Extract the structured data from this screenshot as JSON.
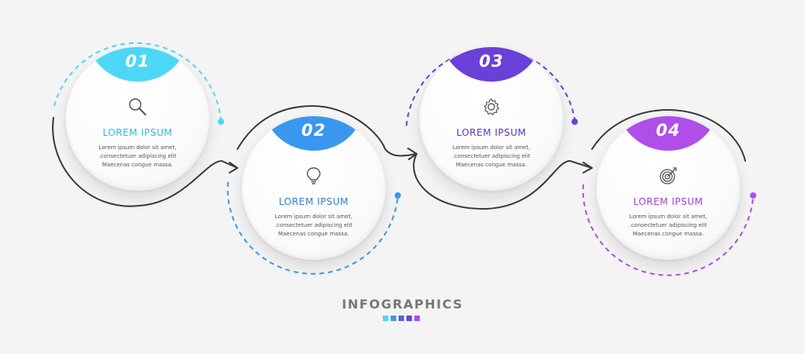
{
  "steps": [
    {
      "number": "01",
      "title": "LOREM IPSUM",
      "text": "Lorem ipsum dolor sit amet,\n.consectetuer adipiscing elit\nMaecenas congue massa.",
      "icon": "magnifier-icon",
      "color": "#4dd7f7",
      "title_color": "#2fb9e0"
    },
    {
      "number": "02",
      "title": "LOREM IPSUM",
      "text": "Lorem ipsum dolor sit amet,\n.consectetuer adipiscing elit\nMaecenas congue massa.",
      "icon": "lightbulb-icon",
      "color": "#3a97ef",
      "title_color": "#2f7fd7"
    },
    {
      "number": "03",
      "title": "LOREM IPSUM",
      "text": "Lorem ipsum dolor sit amet,\n.consectetuer adipiscing elit\nMaecenas congue massa.",
      "icon": "gear-icon",
      "color": "#6a40d8",
      "title_color": "#5a36bf"
    },
    {
      "number": "04",
      "title": "LOREM IPSUM",
      "text": "Lorem ipsum dolor sit amet,\n.consectetuer adipiscing elit\nMaecenas congue massa.",
      "icon": "target-icon",
      "color": "#b04ee8",
      "title_color": "#a33fd8"
    }
  ],
  "footer": {
    "title": "INFOGRAPHICS",
    "swatches": [
      "#4dd7f7",
      "#3a97ef",
      "#5a5fe0",
      "#6a40d8",
      "#b04ee8"
    ]
  }
}
